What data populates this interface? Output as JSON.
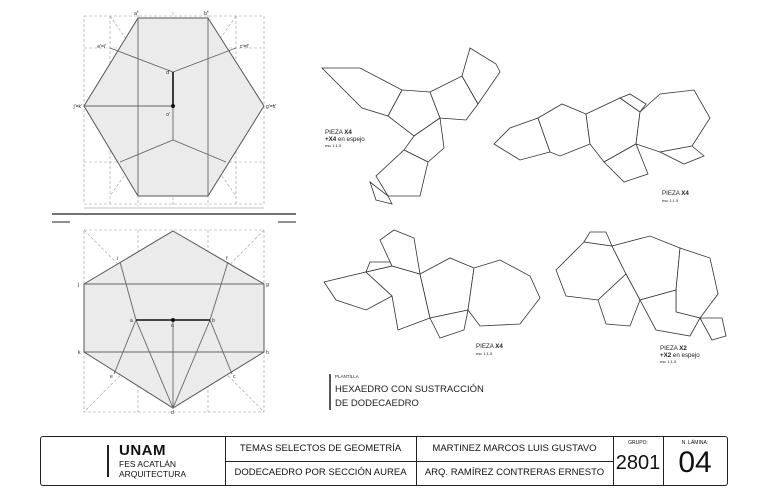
{
  "elevation_labels": {
    "top_left": "a'",
    "top_right": "b'",
    "upper_left": "e'=i'",
    "upper_right": "c'=f'",
    "mid_left": "j'=k'",
    "mid_right": "g'=h'",
    "center_top": "d'",
    "center_bottom": "o'"
  },
  "plan_labels": {
    "i": "i",
    "f": "f",
    "j": "j",
    "g": "g",
    "a": "a",
    "o": "o",
    "b": "b",
    "k": "k",
    "h": "h",
    "e": "e",
    "c": "c",
    "d": "d"
  },
  "pieces": [
    {
      "title_pre": "PIEZA ",
      "title_bold": "X4",
      "line2_bold": "+X4",
      "line2_rest": " en espejo",
      "scale": "esc 1:1.5"
    },
    {
      "title_pre": "PIEZA ",
      "title_bold": "X4",
      "line2_bold": "",
      "line2_rest": "",
      "scale": "esc 1:1.5"
    },
    {
      "title_pre": "PIEZA ",
      "title_bold": "X4",
      "line2_bold": "",
      "line2_rest": "",
      "scale": "esc 1:1.5"
    },
    {
      "title_pre": "PIEZA ",
      "title_bold": "X2",
      "line2_bold": "+X2",
      "line2_rest": " en espejo",
      "scale": "esc 1:1.5"
    }
  ],
  "plantilla": {
    "tag": "PLANTILLA",
    "line1": "HEXAEDRO CON SUSTRACCIÓN",
    "line2": "DE DODECAEDRO"
  },
  "title_block": {
    "institution": "UNAM",
    "faculty_line1": "FES ACATLÁN",
    "faculty_line2": "ARQUITECTURA",
    "course": "TEMAS SELECTOS DE GEOMETRÍA",
    "topic": "DODECAEDRO POR SECCIÓN AUREA",
    "student": "MARTINEZ MARCOS LUIS GUSTAVO",
    "teacher": "ARQ. RAMÍREZ CONTRERAS ERNESTO",
    "group_label": "GRUPO:",
    "group": "2801",
    "sheet_label": "N. LÁMINA:",
    "sheet": "04"
  }
}
